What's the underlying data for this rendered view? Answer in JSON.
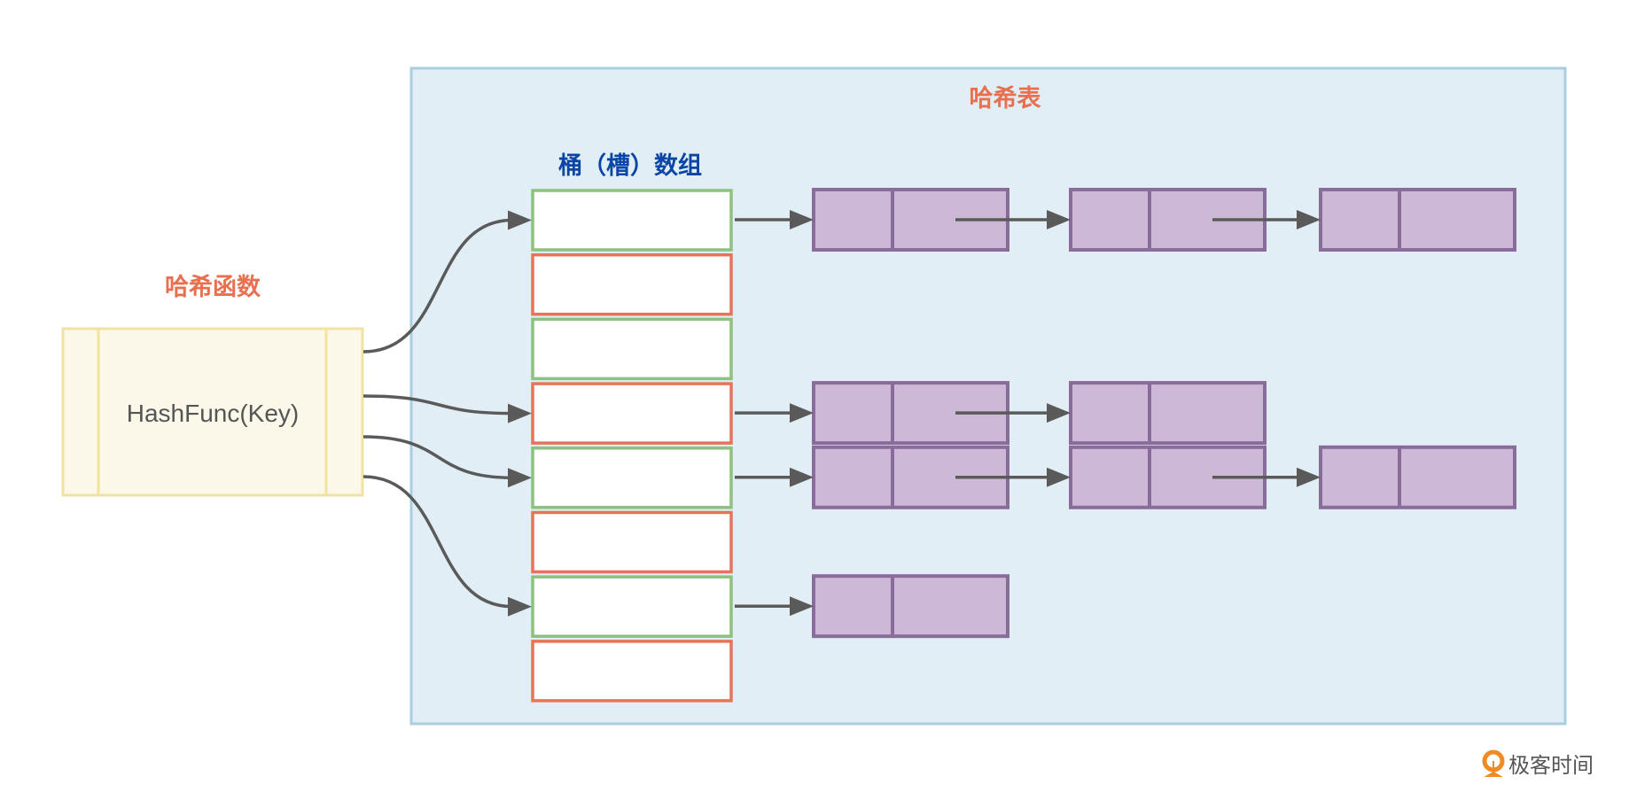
{
  "colors": {
    "hash_table_fill": "#E1EEF5",
    "hash_table_border": "#A9CEE0",
    "title_orange": "#E8704F",
    "bucket_title_blue": "#0B45A6",
    "hash_func_fill": "#FBF8EA",
    "hash_func_border": "#F0E2A0",
    "bucket_green": "#8DC17F",
    "bucket_red": "#E8735A",
    "bucket_fill": "#FFFFFF",
    "node_fill": "#CDB8D7",
    "node_border": "#8A6C9B",
    "arrow": "#5A5A5A",
    "text_dark": "#555555"
  },
  "hash_function": {
    "title": "哈希函数",
    "label": "HashFunc(Key)"
  },
  "hash_table": {
    "title": "哈希表",
    "bucket_array_title": "桶（槽）数组",
    "buckets": [
      {
        "index": 0,
        "border": "green",
        "chain_length": 3,
        "hashed_into": true
      },
      {
        "index": 1,
        "border": "red",
        "chain_length": 0,
        "hashed_into": false
      },
      {
        "index": 2,
        "border": "green",
        "chain_length": 0,
        "hashed_into": false
      },
      {
        "index": 3,
        "border": "red",
        "chain_length": 2,
        "hashed_into": true
      },
      {
        "index": 4,
        "border": "green",
        "chain_length": 3,
        "hashed_into": true
      },
      {
        "index": 5,
        "border": "red",
        "chain_length": 0,
        "hashed_into": false
      },
      {
        "index": 6,
        "border": "green",
        "chain_length": 1,
        "hashed_into": true
      },
      {
        "index": 7,
        "border": "red",
        "chain_length": 0,
        "hashed_into": false
      }
    ]
  },
  "watermark": {
    "brand": "极客时间"
  }
}
